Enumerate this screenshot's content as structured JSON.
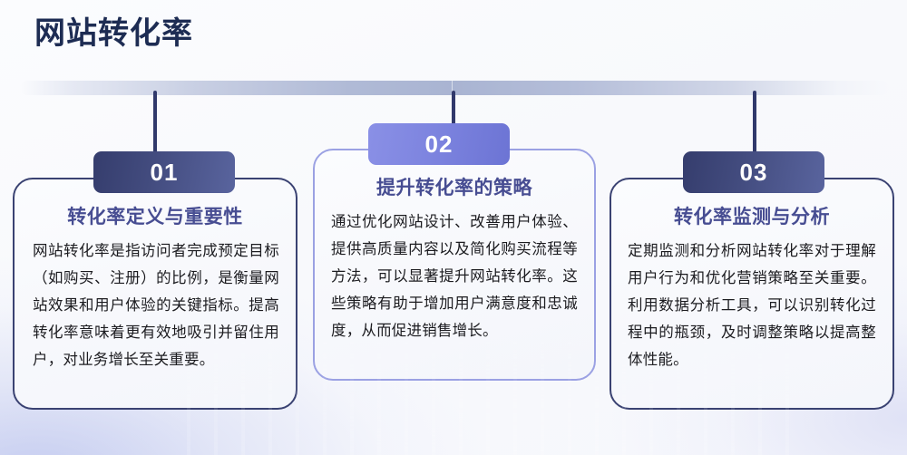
{
  "page": {
    "title": "网站转化率",
    "accent_navy": "#3a4272",
    "accent_violet": "#9ba1e3",
    "heading_color": "#474d92",
    "title_color": "#1d2c53"
  },
  "timeline": {
    "rail_name": "horizontal-gradient-rail",
    "connector_count": 3
  },
  "cards": [
    {
      "number": "01",
      "heading": "转化率定义与重要性",
      "body": "网站转化率是指访问者完成预定目标（如购买、注册）的比例，是衡量网站效果和用户体验的关键指标。提高转化率意味着更有效地吸引并留住用户，对业务增长至关重要。",
      "badge_style": "navy",
      "border_style": "dark"
    },
    {
      "number": "02",
      "heading": "提升转化率的策略",
      "body": "通过优化网站设计、改善用户体验、提供高质量内容以及简化购买流程等方法，可以显著提升网站转化率。这些策略有助于增加用户满意度和忠诚度，从而促进销售增长。",
      "badge_style": "violet",
      "border_style": "light"
    },
    {
      "number": "03",
      "heading": "转化率监测与分析",
      "body": "定期监测和分析网站转化率对于理解用户行为和优化营销策略至关重要。利用数据分析工具，可以识别转化过程中的瓶颈，及时调整策略以提高整体性能。",
      "badge_style": "navy",
      "border_style": "dark"
    }
  ]
}
